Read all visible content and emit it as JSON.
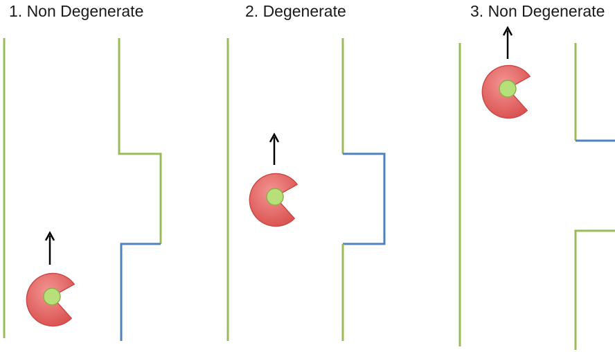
{
  "panels": [
    {
      "title": "1. Non Degenerate"
    },
    {
      "title": "2. Degenerate"
    },
    {
      "title": "3. Non Degenerate"
    }
  ],
  "colors": {
    "wall": "#9bbb59",
    "highlight_wall": "#4f81bd",
    "robot_body": "#e8605e",
    "robot_body_dark": "#c94a48",
    "robot_center": "#b7e07a",
    "arrow": "#000000",
    "text": "#1a1a1a"
  }
}
